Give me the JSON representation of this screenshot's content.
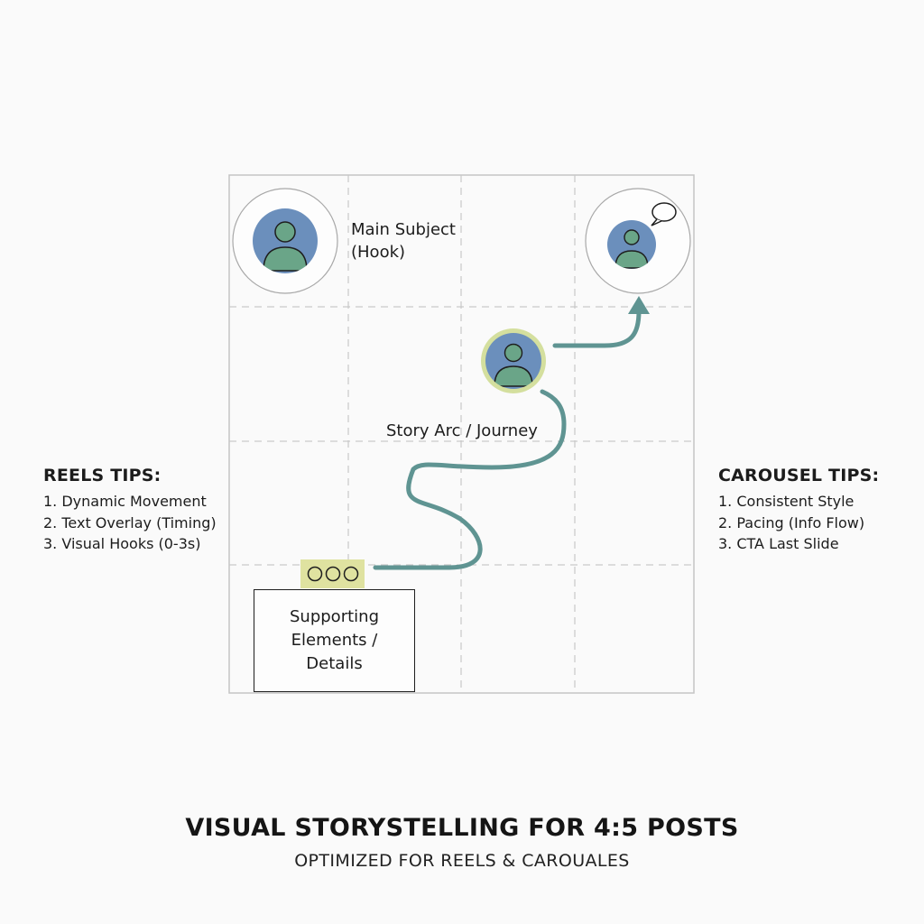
{
  "diagram": {
    "main_subject_label": "Main Subject\n(Hook)",
    "story_arc_label": "Story Arc / Journey",
    "supporting_label": "Supporting Elements / Details",
    "icons": [
      "avatar-icon",
      "speech-bubble-icon",
      "circles-icon"
    ]
  },
  "reels_tips": {
    "title": "REELS TIPS:",
    "items": [
      "1. Dynamic Movement",
      "2. Text Overlay (Timing)",
      "3. Visual Hooks (0-3s)"
    ]
  },
  "carousel_tips": {
    "title": "CAROUSEL TIPS:",
    "items": [
      "1. Consistent Style",
      "2. Pacing (Info Flow)",
      "3. CTA Last Slide"
    ]
  },
  "footer": {
    "title": "VISUAL STORYSTELLING FOR 4:5 POSTS",
    "subtitle": "OPTIMIZED FOR REELS & CAROUALES"
  },
  "colors": {
    "avatar_fill": "#6b8fbc",
    "body_fill": "#6aa588",
    "arc_stroke": "#5f9492",
    "highlight_ring": "#d4df9e",
    "dots_fill": "#dfe2a0",
    "grid_line": "#c4c4c4"
  }
}
